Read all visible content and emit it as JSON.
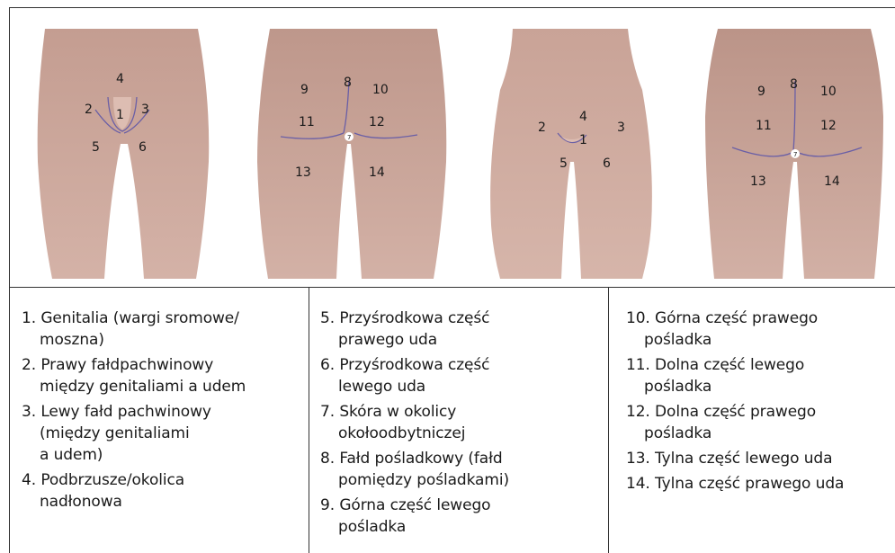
{
  "figures": [
    {
      "id": "front-female",
      "labels": [
        "4",
        "2",
        "1",
        "3",
        "5",
        "6"
      ]
    },
    {
      "id": "back-female",
      "labels": [
        "9",
        "8",
        "10",
        "11",
        "12",
        "7",
        "13",
        "14"
      ]
    },
    {
      "id": "front-male",
      "labels": [
        "2",
        "4",
        "3",
        "1",
        "5",
        "6"
      ]
    },
    {
      "id": "back-male",
      "labels": [
        "9",
        "8",
        "10",
        "11",
        "12",
        "7",
        "13",
        "14"
      ]
    }
  ],
  "legend": {
    "col1": [
      {
        "line1": "1. Genitalia (wargi sromowe/",
        "line2": "moszna)"
      },
      {
        "line1": "2. Prawy fałdpachwinowy",
        "line2": "między genitaliami a udem"
      },
      {
        "line1": "3. Lewy fałd pachwinowy",
        "line2": "(między genitaliami",
        "line3": "a udem)"
      },
      {
        "line1": "4. Podbrzusze/okolica",
        "line2": "nadłonowa"
      }
    ],
    "col2": [
      {
        "line1": "5. Przyśrodkowa część",
        "line2": "prawego uda"
      },
      {
        "line1": "6. Przyśrodkowa część",
        "line2": "lewego uda"
      },
      {
        "line1": "7. Skóra w okolicy",
        "line2": "okołoodbytniczej"
      },
      {
        "line1": "8. Fałd pośladkowy (fałd",
        "line2": "pomiędzy pośladkami)"
      },
      {
        "line1": "9. Górna część lewego",
        "line2": "pośladka"
      }
    ],
    "col3": [
      {
        "line1": "10. Górna część prawego",
        "line2": "pośladka"
      },
      {
        "line1": "11. Dolna część lewego",
        "line2": "pośladka"
      },
      {
        "line1": "12. Dolna część prawego",
        "line2": "pośladka"
      },
      {
        "line1": "13. Tylna część lewego uda"
      },
      {
        "line1": "14. Tylna część prawego uda"
      }
    ]
  },
  "colors": {
    "skin": "#cfa99d",
    "skin_dark": "#b88f83",
    "line": "#6a5fa6",
    "border": "#333333"
  }
}
